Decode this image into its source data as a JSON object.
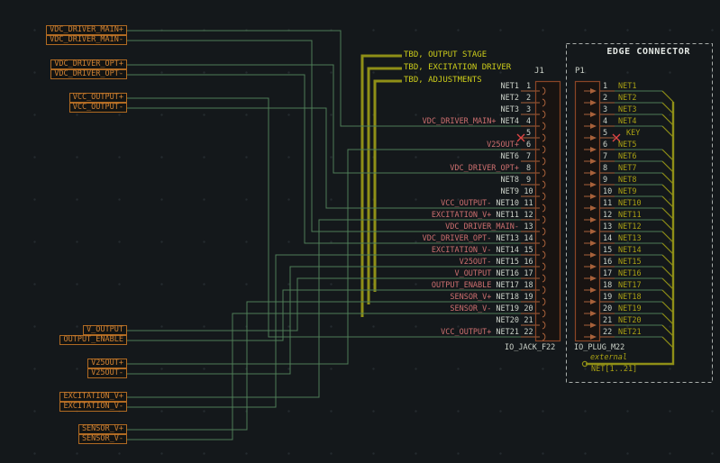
{
  "texts": {
    "title": "EDGE CONNECTOR",
    "external": "external",
    "bus_label": "NET[1..21]",
    "tbd_lines": [
      "TBD, OUTPUT STAGE",
      "TBD, EXCITATION DRIVER",
      "TBD, ADJUSTMENTS"
    ]
  },
  "connectors": {
    "j1": {
      "ref": "J1",
      "value": "IO_JACK_F22"
    },
    "p1": {
      "ref": "P1",
      "value": "IO_PLUG_M22"
    }
  },
  "hier_label_groups": [
    {
      "items": [
        "VDC_DRIVER_MAIN+",
        "VDC_DRIVER_MAIN-"
      ]
    },
    {
      "items": [
        "VDC_DRIVER_OPT+",
        "VDC_DRIVER_OPT-"
      ]
    },
    {
      "items": [
        "VCC_OUTPUT+",
        "VCC_OUTPUT-"
      ]
    },
    {
      "items": [
        "V_OUTPUT",
        "OUTPUT_ENABLE"
      ]
    },
    {
      "items": [
        "V25OUT+",
        "V25OUT-"
      ]
    },
    {
      "items": [
        "EXCITATION_V+",
        "EXCITATION_V-"
      ]
    },
    {
      "items": [
        "SENSOR_V+",
        "SENSOR_V-"
      ]
    }
  ],
  "pins": [
    {
      "num": "1",
      "signal": "",
      "net": "NET1",
      "right": "NET1",
      "nc": false
    },
    {
      "num": "2",
      "signal": "",
      "net": "NET2",
      "right": "NET2",
      "nc": false
    },
    {
      "num": "3",
      "signal": "",
      "net": "NET3",
      "right": "NET3",
      "nc": false
    },
    {
      "num": "4",
      "signal": "VDC_DRIVER_MAIN+",
      "net": "NET4",
      "right": "NET4",
      "nc": false
    },
    {
      "num": "5",
      "signal": "",
      "net": "",
      "right": "KEY",
      "nc": true
    },
    {
      "num": "6",
      "signal": "V25OUT+",
      "net": "",
      "right": "NET5",
      "nc": false
    },
    {
      "num": "7",
      "signal": "",
      "net": "NET6",
      "right": "NET6",
      "nc": false
    },
    {
      "num": "8",
      "signal": "VDC_DRIVER_OPT+",
      "net": "",
      "right": "NET7",
      "nc": false
    },
    {
      "num": "9",
      "signal": "",
      "net": "NET8",
      "right": "NET8",
      "nc": false
    },
    {
      "num": "10",
      "signal": "",
      "net": "NET9",
      "right": "NET9",
      "nc": false
    },
    {
      "num": "11",
      "signal": "VCC_OUTPUT-",
      "net": "NET10",
      "right": "NET10",
      "nc": false
    },
    {
      "num": "12",
      "signal": "EXCITATION_V+",
      "net": "NET11",
      "right": "NET11",
      "nc": false
    },
    {
      "num": "13",
      "signal": "VDC_DRIVER_MAIN-",
      "net": "",
      "right": "NET12",
      "nc": false
    },
    {
      "num": "14",
      "signal": "VDC_DRIVER_OPT-",
      "net": "NET13",
      "right": "NET13",
      "nc": false
    },
    {
      "num": "15",
      "signal": "EXCITATION_V-",
      "net": "NET14",
      "right": "NET14",
      "nc": false
    },
    {
      "num": "16",
      "signal": "V25OUT-",
      "net": "NET15",
      "right": "NET15",
      "nc": false
    },
    {
      "num": "17",
      "signal": "V_OUTPUT",
      "net": "NET16",
      "right": "NET16",
      "nc": false
    },
    {
      "num": "18",
      "signal": "OUTPUT_ENABLE",
      "net": "NET17",
      "right": "NET17",
      "nc": false
    },
    {
      "num": "19",
      "signal": "SENSOR_V+",
      "net": "NET18",
      "right": "NET18",
      "nc": false
    },
    {
      "num": "20",
      "signal": "SENSOR_V-",
      "net": "NET19",
      "right": "NET19",
      "nc": false
    },
    {
      "num": "21",
      "signal": "",
      "net": "NET20",
      "right": "NET20",
      "nc": false
    },
    {
      "num": "22",
      "signal": "VCC_OUTPUT+",
      "net": "NET21",
      "right": "NET21",
      "nc": false
    }
  ],
  "colors": {
    "bg": "#14181b",
    "grid": "#242b2f",
    "wire": "#4e7d57",
    "pin": "#a8613a",
    "body": "#8a4526",
    "bodyfill": "#181311",
    "olive": "#8f8f17",
    "yellow": "#cdcd1a",
    "netlabel": "#a9a013",
    "red": "#cd6f6f",
    "white": "#ccd2c9",
    "orange": "#d08233",
    "orangeborder": "#b06a22",
    "dashed": "#a9aeab",
    "title": "#e4e8e4",
    "nc": "#e04545"
  }
}
